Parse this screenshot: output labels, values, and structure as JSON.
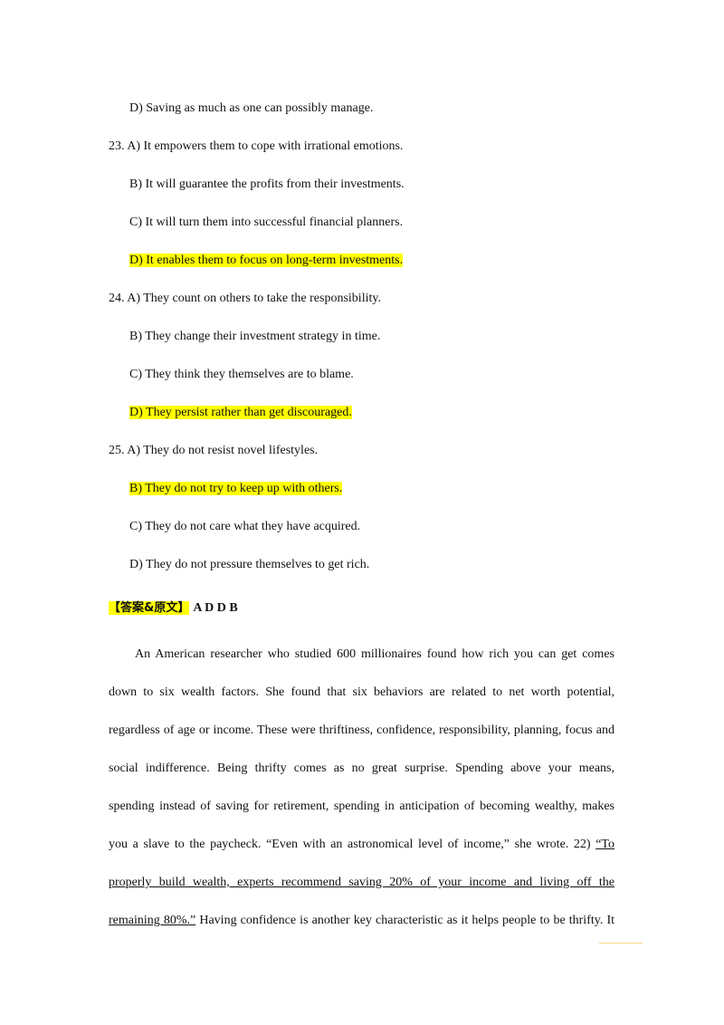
{
  "lines": {
    "q22_d": "D) Saving as much as one can possibly manage.",
    "q23_a": "23. A) It empowers them to cope with irrational emotions.",
    "q23_b": "B) It will guarantee the profits from their investments.",
    "q23_c": "C) It will turn them into successful financial planners.",
    "q23_d": "D) It enables them to focus on long-term investments.",
    "q24_a": "24. A) They count on others to take the responsibility.",
    "q24_b": "B) They change their investment strategy in time.",
    "q24_c": "C) They think they themselves are to blame.",
    "q24_d": "D) They persist rather than get discouraged.",
    "q25_a": "25. A) They do not resist novel lifestyles.",
    "q25_b": "B) They do not try to keep up with others.",
    "q25_c": "C) They do not care what they have acquired.",
    "q25_d": "D) They do not pressure themselves to get rich."
  },
  "answer": {
    "tag": "【答案&原文】",
    "key": "A D D B"
  },
  "passage": {
    "l1": "An American researcher who studied 600 millionaires found how rich you can get comes",
    "l2": "down to six wealth factors. She found that six behaviors are related to net worth potential,",
    "l3": "regardless of age or income. These were thriftiness, confidence, responsibility, planning, focus and",
    "l4": "social indifference. Being thrifty comes as no great surprise. Spending above your means,",
    "l5": "spending instead of saving for retirement, spending in anticipation of becoming wealthy, makes",
    "l6_plain": "you a slave to the paycheck. “Even with an astronomical level of income,” she wrote. 22) ",
    "l6_ul": "“To",
    "l7_ul": "properly build wealth, experts recommend saving 20% of your income and living off the",
    "l8_ul": "remaining 80%.”",
    "l8_plain": " Having confidence is another key characteristic as it helps people to be thrifty. It"
  }
}
